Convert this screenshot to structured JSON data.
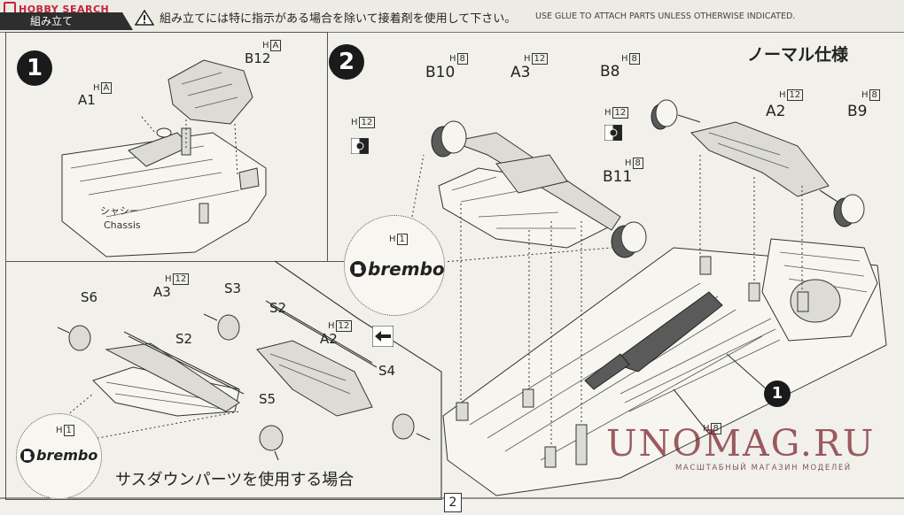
{
  "header": {
    "logo_text": "HOBBY SEARCH",
    "section_label": "組み立て",
    "notice_jp": "組み立てには特に指示がある場合を除いて接着剤を使用して下さい。",
    "notice_en": "USE GLUE TO ATTACH PARTS UNLESS OTHERWISE INDICATED."
  },
  "step1": {
    "number": "1",
    "parts": [
      {
        "hbox": "H",
        "box": "A",
        "id": "A1"
      },
      {
        "hbox": "H",
        "box": "A",
        "id": "B12"
      }
    ],
    "chassis_jp": "シャシー",
    "chassis_en": "Chassis"
  },
  "step2": {
    "number": "2",
    "variant_title": "ノーマル仕様",
    "parts": [
      {
        "hbox": "H",
        "box": "8",
        "id": "B10"
      },
      {
        "hbox": "H",
        "box": "12",
        "id": "A3"
      },
      {
        "hbox": "H",
        "box": "8",
        "id": "B8"
      },
      {
        "hbox": "H",
        "box": "12",
        "id": "A2"
      },
      {
        "hbox": "H",
        "box": "8",
        "id": "B9"
      },
      {
        "hbox": "H",
        "box": "8",
        "id": "B11"
      }
    ],
    "color_codes": [
      {
        "hbox": "H",
        "box": "12"
      },
      {
        "hbox": "H",
        "box": "12"
      }
    ],
    "brembo": {
      "hbox": "H",
      "box": "1",
      "text": "brembo"
    },
    "callout_number": "1",
    "pipe_code": {
      "hbox": "H",
      "box": "8"
    }
  },
  "suspension": {
    "parts": [
      {
        "id": "S6"
      },
      {
        "hbox": "H",
        "box": "12",
        "id": "A3"
      },
      {
        "id": "S2"
      },
      {
        "id": "S3"
      },
      {
        "id": "S2"
      },
      {
        "hbox": "H",
        "box": "12",
        "id": "A2"
      },
      {
        "id": "S4"
      },
      {
        "id": "S5"
      }
    ],
    "brembo": {
      "hbox": "H",
      "box": "1",
      "text": "brembo"
    },
    "caption": "サスダウンパーツを使用する場合"
  },
  "footer": {
    "page": "2"
  },
  "watermark": {
    "title": "UNOMAG.RU",
    "subtitle": "МАСШТАБНЫЙ МАГАЗИН МОДЕЛЕЙ"
  },
  "colors": {
    "logo": "#c4243a",
    "tab_bg": "#2e2e2e",
    "paper": "#f1f0ea",
    "watermark": "#781e28"
  }
}
